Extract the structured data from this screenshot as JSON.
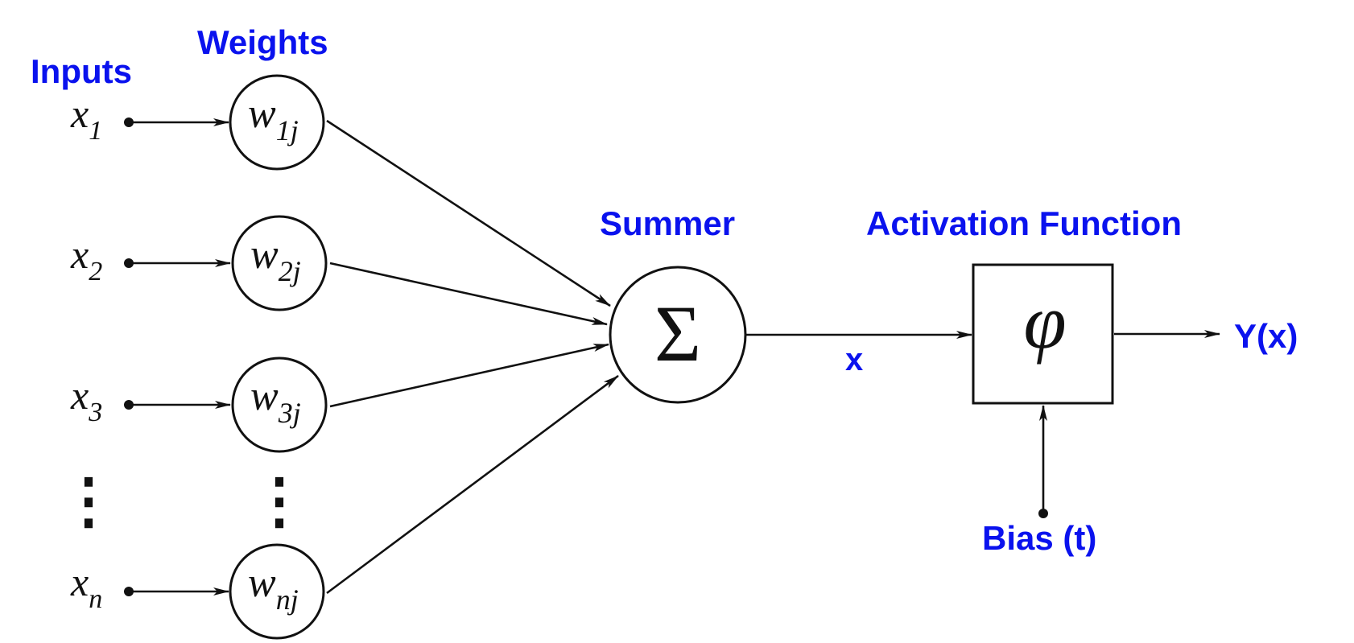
{
  "labels": {
    "inputs": "Inputs",
    "weights": "Weights",
    "summer": "Summer",
    "activation": "Activation Function",
    "x": "x",
    "output": "Y(x)",
    "bias": "Bias (t)"
  },
  "inputs": [
    {
      "base": "x",
      "sub": "1"
    },
    {
      "base": "x",
      "sub": "2"
    },
    {
      "base": "x",
      "sub": "3"
    },
    {
      "base": "x",
      "sub": "n"
    }
  ],
  "weights": [
    {
      "base": "w",
      "sub": "1j"
    },
    {
      "base": "w",
      "sub": "2j"
    },
    {
      "base": "w",
      "sub": "3j"
    },
    {
      "base": "w",
      "sub": "nj"
    }
  ],
  "ellipsis": "⋮",
  "summer_symbol": "Σ",
  "activation_symbol": "φ",
  "colors": {
    "label_blue": "#0a12ee",
    "ink": "#111111"
  }
}
